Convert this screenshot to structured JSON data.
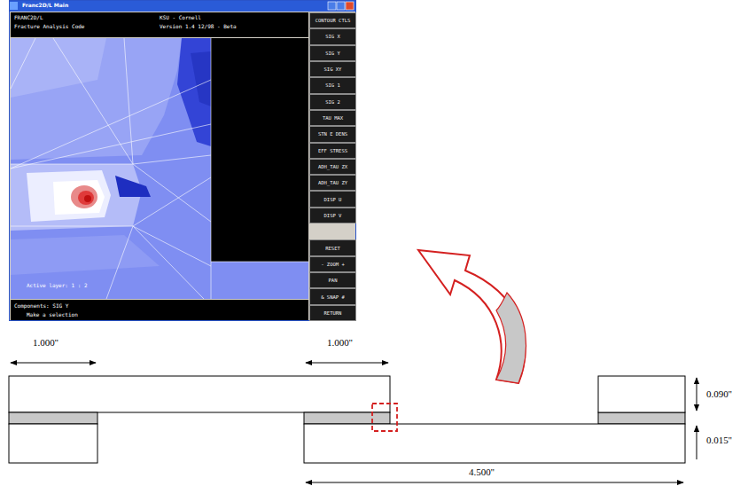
{
  "diagram": {
    "nodes": [
      {
        "text": [
          "Franc2D/L Main"
        ]
      },
      {
        "text": [
          "CONTOUR CTLS"
        ],
        "in": 0
      },
      {
        "text": [
          "SIG X"
        ],
        "in": 0
      },
      {
        "text": [
          "SIG Y"
        ],
        "in": 0
      },
      {
        "text": [
          "SIG XY"
        ],
        "in": 0
      },
      {
        "text": [
          "SIG 1"
        ],
        "in": 0
      },
      {
        "text": [
          "SIG 2"
        ],
        "in": 0
      },
      {
        "text": [
          "TAU MAX"
        ],
        "in": 0
      },
      {
        "text": [
          "STN E DENS"
        ],
        "in": 0
      },
      {
        "text": [
          "EFF STRESS"
        ],
        "in": 0
      },
      {
        "text": [
          "ADH_TAU ZX"
        ],
        "in": 0
      },
      {
        "text": [
          "ADH_TAU ZY"
        ],
        "in": 0
      },
      {
        "text": [
          "DISP U"
        ],
        "in": 0
      },
      {
        "text": [
          "DISP V"
        ],
        "in": 0
      },
      {
        "text": [
          "RESET"
        ],
        "in": 0
      },
      {
        "text": [
          "- ZOOM +"
        ],
        "in": 0
      },
      {
        "text": [
          "PAN"
        ],
        "in": 0
      },
      {
        "text": [
          "& SNAP #"
        ],
        "in": 0
      },
      {
        "text": [
          "RETURN"
        ],
        "in": 0
      }
    ],
    "labels": [
      "FRANC2D/L",
      "Fracture Analysis Code",
      "KSU - Cornell",
      "Version 1.4 12/98 - Beta",
      "Active layer: 1 : 2",
      "Components: SIG Y",
      "Make a selection",
      "1.000''",
      "1.000''",
      "0.090''",
      "0.015''",
      "4.500''"
    ]
  }
}
